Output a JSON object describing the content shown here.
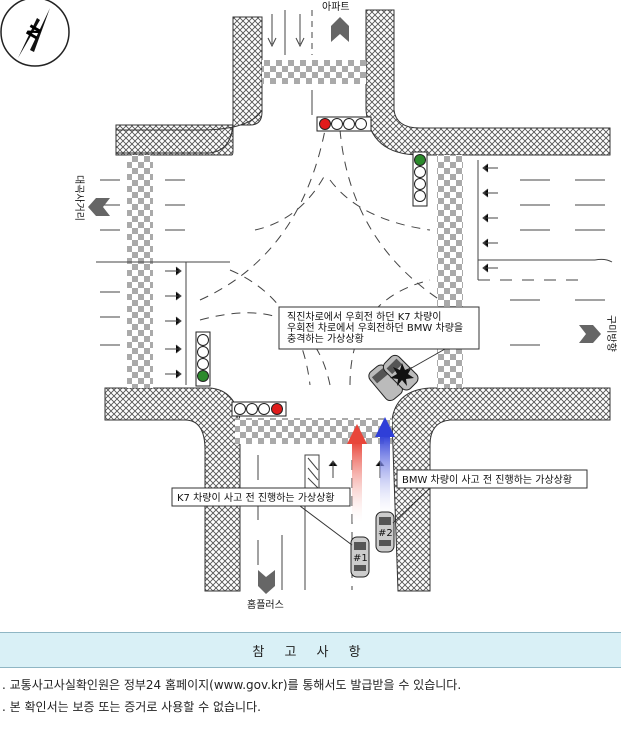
{
  "labels": {
    "north_road": "아파트",
    "west_road": "대곡사거리",
    "east_road": "구미방향",
    "south_road": "홈플러스"
  },
  "callouts": {
    "collision_line1": "직진차로에서 우회전 하던  K7 차량이",
    "collision_line2": "우회전 차로에서 우회전하던 BMW 차량을",
    "collision_line3": "충격하는 가상상황",
    "k7": "K7 차량이 사고 전 진행하는 가상상황",
    "bmw": "BMW 차량이 사고 전 진행하는 가상상황"
  },
  "vehicles": {
    "car1": "#1",
    "car2": "#2"
  },
  "notes": {
    "title": "참 고 사 항",
    "items": [
      ". 교통사고사실확인원은 정부24 홈페이지(www.gov.kr)를 통해서도 발급받을 수 있습니다.",
      ". 본 확인서는 보증 또는 증거로 사용할 수 없습니다."
    ]
  },
  "colors": {
    "signal_red": "#e01b1b",
    "signal_green": "#2b8a2b",
    "arrow_red": "#e8463a",
    "arrow_blue": "#2f3fd8",
    "notes_header_bg": "#d9f0f6"
  }
}
